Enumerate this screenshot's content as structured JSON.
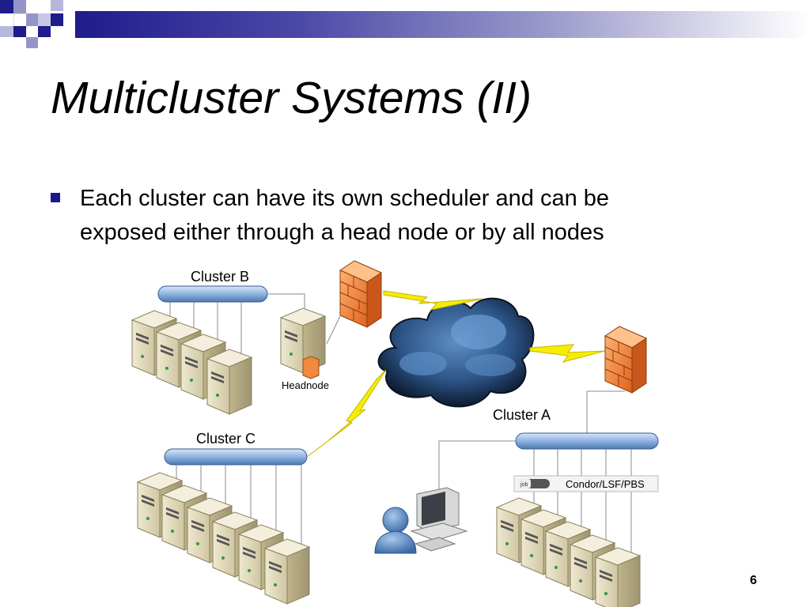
{
  "slide": {
    "title": "Multicluster Systems (II)",
    "bullet_line1": "Each cluster can have its own scheduler and can be",
    "bullet_line2": "exposed either through a head node or by all nodes",
    "page_number": "6"
  },
  "diagram": {
    "cluster_b_label": "Cluster B",
    "cluster_c_label": "Cluster C",
    "cluster_a_label": "Cluster A",
    "headnode_label": "Headnode",
    "scheduler_label": "Condor/LSF/PBS",
    "scheduler_badge": "job"
  },
  "colors": {
    "accent": "#1f1c8c",
    "pipe": "#8fb3e0",
    "firewall": "#f07a30",
    "lightning": "#f5f000",
    "cloud": "#2a4a72",
    "server": "#e8e2c8"
  }
}
